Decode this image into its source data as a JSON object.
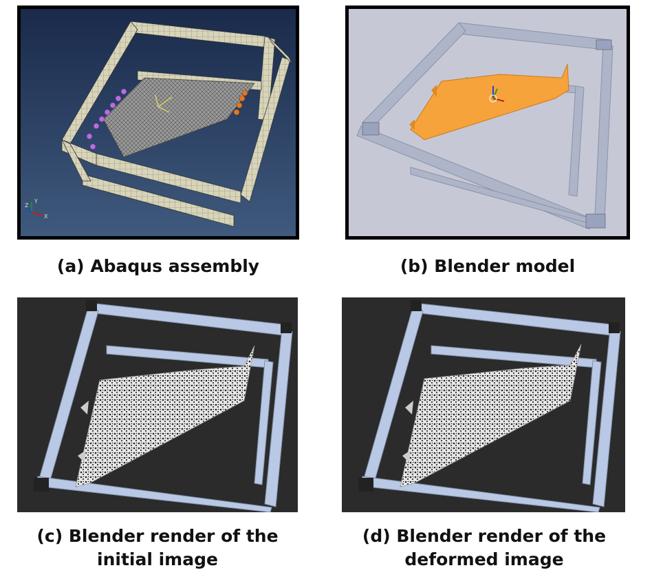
{
  "panels": {
    "a": {
      "caption": "(a) Abaqus assembly"
    },
    "b": {
      "caption": "(b) Blender model"
    },
    "c": {
      "caption_line1": "(c) Blender render of the",
      "caption_line2": "initial image"
    },
    "d": {
      "caption_line1": "(d) Blender render of the",
      "caption_line2": "deformed image"
    }
  },
  "axis_triad": {
    "x": "X",
    "y": "Y",
    "z": "Z"
  },
  "colors": {
    "abaqus_bg_top": "#1a2a4a",
    "abaqus_bg_bottom": "#3f5a7e",
    "abaqus_frame": "#d8d4b8",
    "abaqus_mesh": "#8a8a8a",
    "abaqus_bc_left": "#c06ad8",
    "abaqus_bc_right": "#e07a2a",
    "blender_bg": "#c7c8d6",
    "blender_frame": "#aeb5c8",
    "blender_part": "#f5a33a",
    "render_bg": "#2b2b2b",
    "render_frame": "#b9c8e4",
    "speckle_light": "#e8e8e8"
  }
}
